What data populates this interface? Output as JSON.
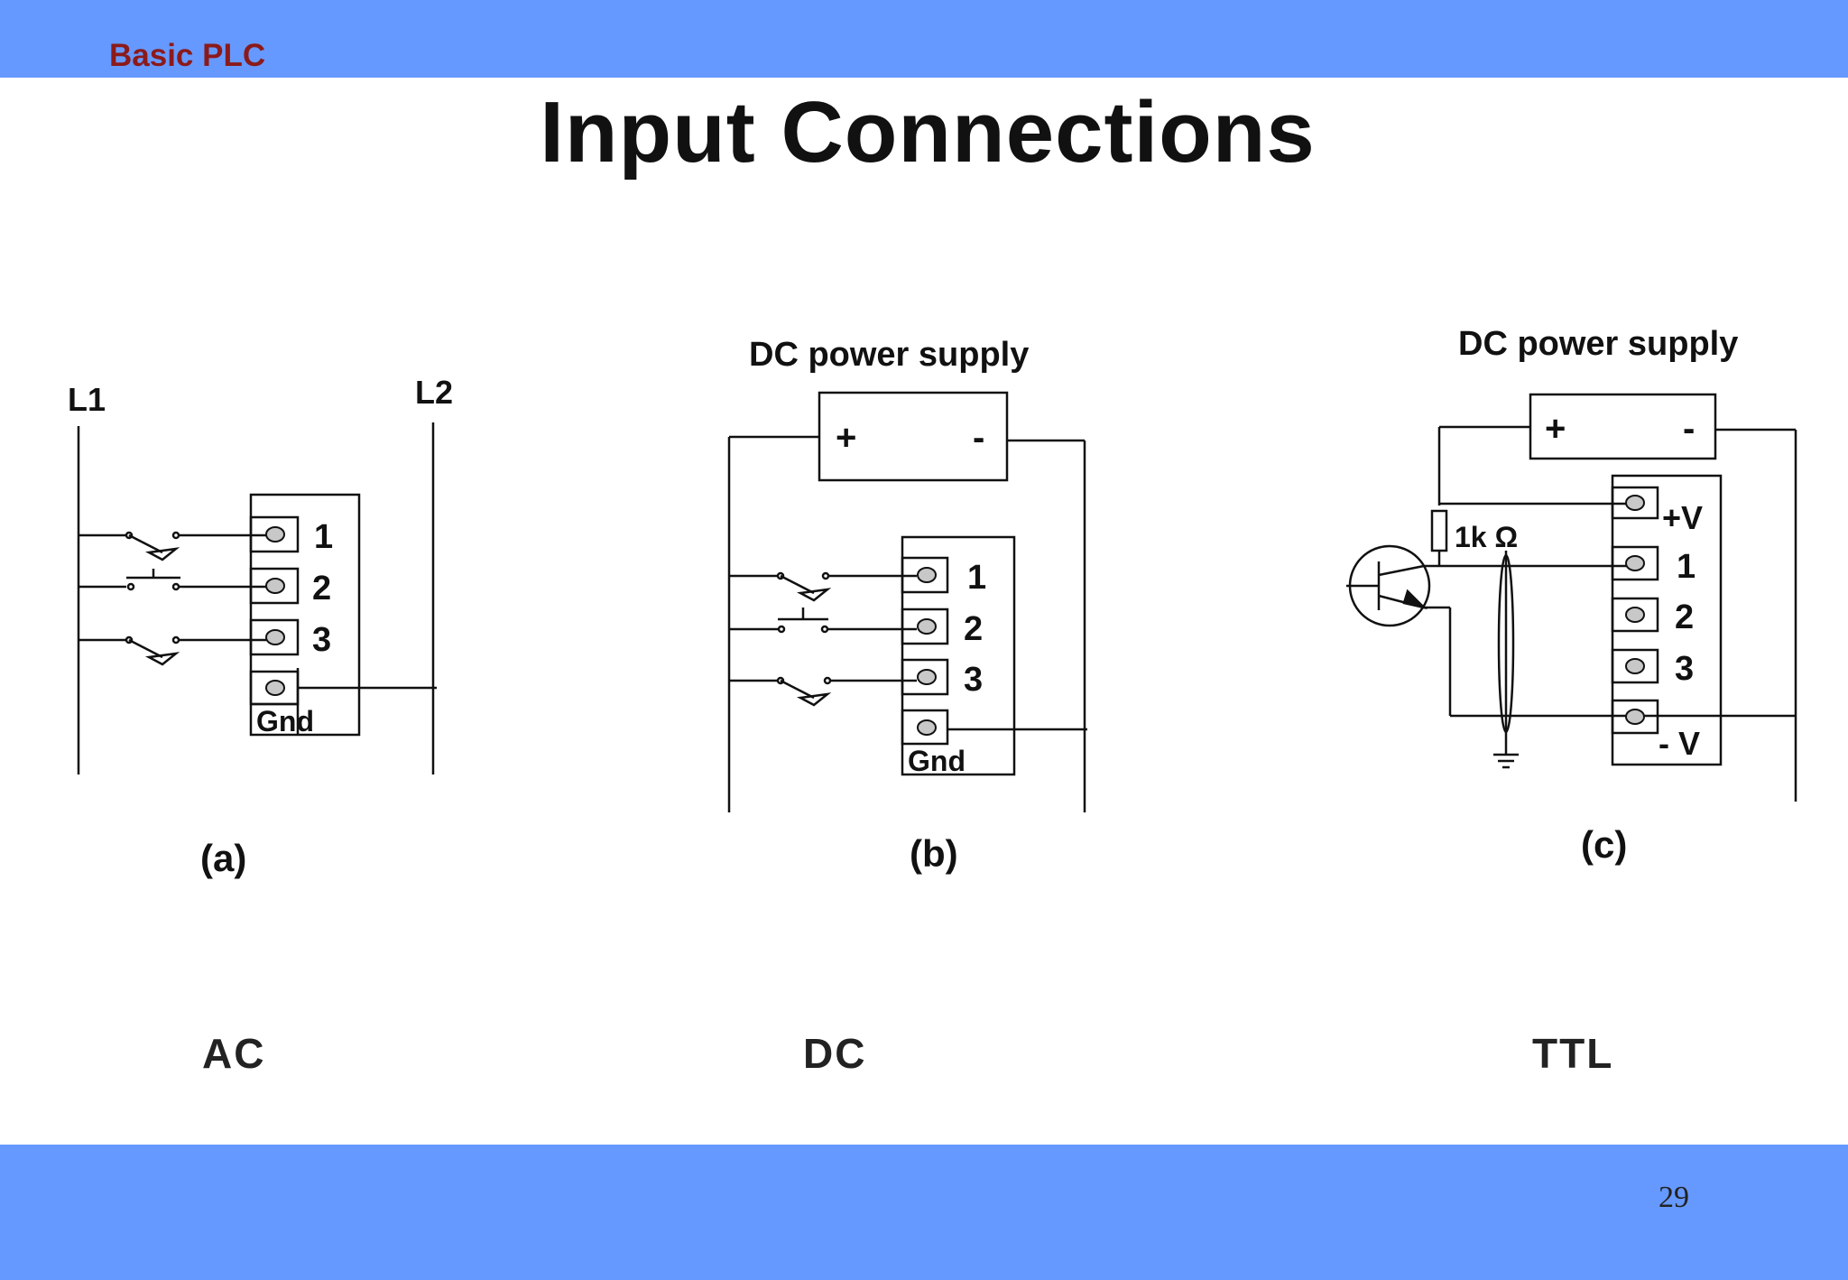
{
  "header": {
    "course": "Basic PLC"
  },
  "slide": {
    "title": "Input Connections",
    "page_number": "29"
  },
  "colors": {
    "band": "#6699ff",
    "course_text": "#8b1a1a",
    "terminal_fill": "#c8c8c8"
  },
  "panels": {
    "a": {
      "caption": "(a)",
      "mode": "AC",
      "line_left": "L1",
      "line_right": "L2",
      "terminals": [
        "1",
        "2",
        "3"
      ],
      "gnd": "Gnd"
    },
    "b": {
      "caption": "(b)",
      "mode": "DC",
      "supply": "DC power supply",
      "plus": "+",
      "minus": "-",
      "terminals": [
        "1",
        "2",
        "3"
      ],
      "gnd": "Gnd"
    },
    "c": {
      "caption": "(c)",
      "mode": "TTL",
      "supply": "DC power supply",
      "plus": "+",
      "minus": "-",
      "resistor": "1k Ω",
      "vplus": "+V",
      "vminus": "- V",
      "terminals": [
        "1",
        "2",
        "3"
      ]
    }
  }
}
